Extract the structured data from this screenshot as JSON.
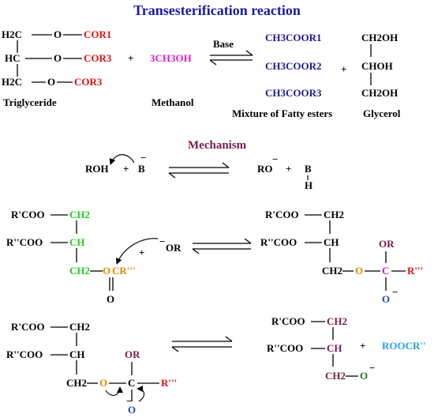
{
  "title": "Transesterification reaction",
  "colors": {
    "black": "#000000",
    "title_blue": "#1a1aa8",
    "red": "#e01010",
    "magenta": "#e020d0",
    "navy": "#1a1a90",
    "maroon": "#7a1a4a",
    "green": "#22cc22",
    "orange": "#e08a00",
    "blue": "#1a4ad0",
    "sky": "#2aa0e0",
    "dark_green": "#1a7a1a",
    "purple_c": "#c020c0"
  },
  "reaction": {
    "triglyceride": {
      "r1": {
        "carbon": "H2C",
        "oxygen": "O",
        "group": "COR1"
      },
      "r2": {
        "carbon": "HC",
        "oxygen": "O",
        "group": "COR3"
      },
      "r3": {
        "carbon": "H2C",
        "oxygen": "O",
        "group": "COR3"
      },
      "label": "Triglyceride"
    },
    "plus1": "+",
    "methanol": {
      "formula": "3CH3OH",
      "label": "Methanol"
    },
    "catalyst": "Base",
    "esters": {
      "items": [
        "CH3COOR1",
        "CH3COOR2",
        "CH3COOR3"
      ],
      "label": "Mixture of Fatty esters"
    },
    "plus2": "+",
    "glycerol": {
      "items": [
        "CH2OH",
        "CHOH",
        "CH2OH"
      ],
      "label": "Glycerol"
    }
  },
  "mechanism": {
    "heading": "Mechanism",
    "step1": {
      "left": "ROH",
      "plus": "+",
      "base": "B",
      "charge": "−",
      "product_ro": "RO",
      "product_ro_charge": "−",
      "plus2": "+",
      "product_b": "B",
      "product_h": "H"
    },
    "step2": {
      "r_top": "R'COO",
      "r_mid": "R''COO",
      "ch2_top": "CH2",
      "ch": "CH",
      "ch2_bottom": "CH2",
      "ester_o": "O",
      "ester_group": "CR'''",
      "carbonyl_o": "O",
      "plus": "+",
      "nucleophile": "OR",
      "nucleophile_charge": "−",
      "prod_r_top": "R'COO",
      "prod_r_mid": "R''COO",
      "prod_ch2_top": "CH2",
      "prod_ch": "CH",
      "prod_ch2_bottom": "CH2",
      "prod_o": "O",
      "prod_c": "C",
      "prod_or": "OR",
      "prod_r": "R'''",
      "prod_o_minus": "O",
      "prod_o_charge": "−"
    },
    "step3": {
      "r_top": "R'COO",
      "r_mid": "R''COO",
      "ch2_top": "CH2",
      "ch": "CH",
      "ch2_bottom": "CH2",
      "o": "O",
      "c": "C",
      "or": "OR",
      "r": "R'''",
      "o_minus": "O",
      "o_charge": "−",
      "prod_r_top": "R'COO",
      "prod_r_mid": "R''COO",
      "prod_ch2_top": "CH2",
      "prod_ch": "CH",
      "prod_ch2_bottom": "CH2",
      "prod_o": "O",
      "prod_o_charge": "−",
      "plus": "+",
      "ester": "ROOCR''"
    }
  }
}
